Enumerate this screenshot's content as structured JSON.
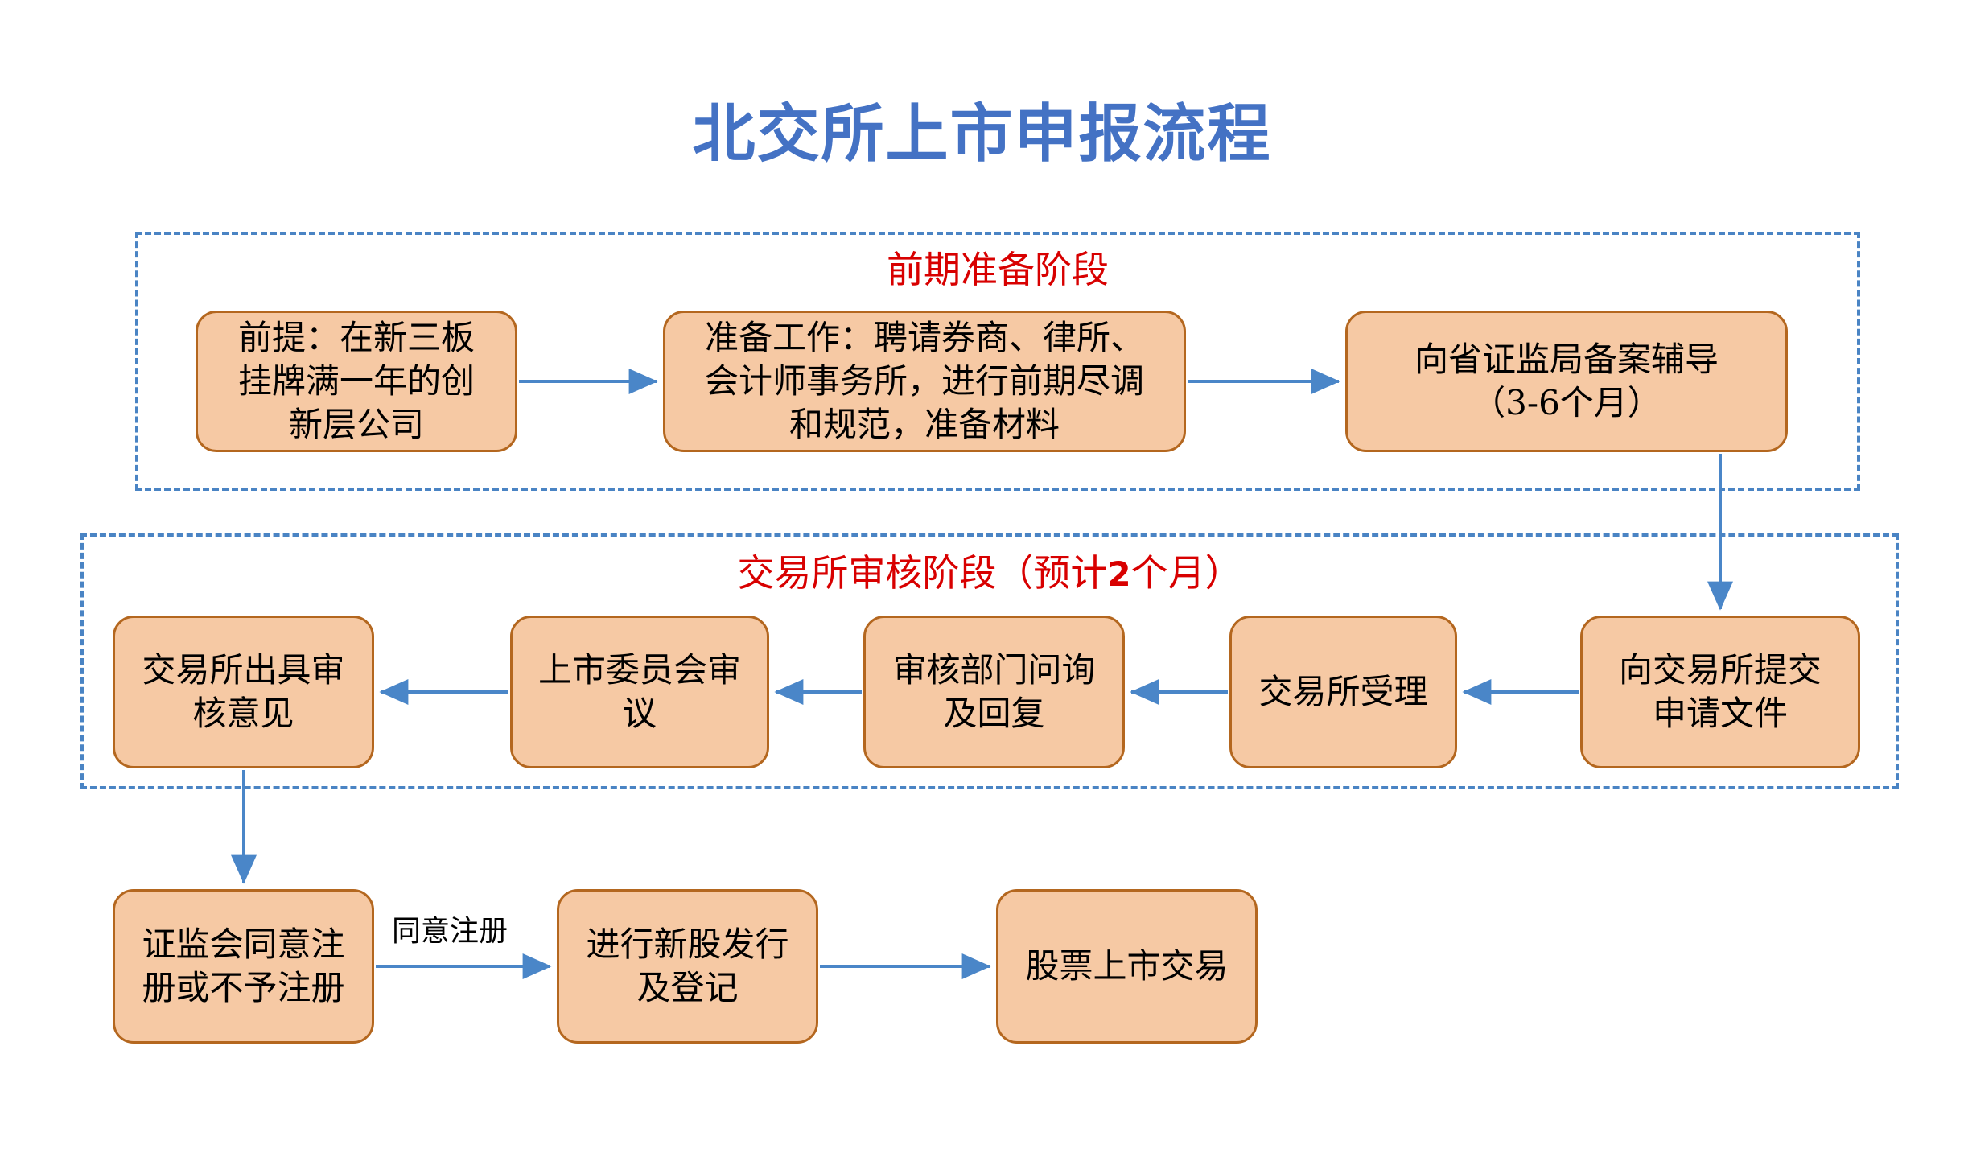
{
  "title": "北交所上市申报流程",
  "colors": {
    "title": "#4472C4",
    "stage_label": "#D80000",
    "stage_border": "#4A84C4",
    "node_fill": "#F6C9A4",
    "node_border": "#B4671F",
    "connector": "#4A86C8"
  },
  "stages": [
    {
      "id": "prep",
      "label": "前期准备阶段",
      "nodes": [
        {
          "id": "premise",
          "text": "前提：在新三板\n挂牌满一年的创\n新层公司"
        },
        {
          "id": "prepwork",
          "text": "准备工作：聘请券商、律所、\n会计师事务所，进行前期尽调\n和规范，准备材料"
        },
        {
          "id": "filing",
          "text": "向省证监局备案辅导\n（3-6个月）"
        }
      ]
    },
    {
      "id": "review",
      "label_prefix": "交易所审核阶段（预计",
      "label_num": "2",
      "label_suffix": "个月）",
      "label": "交易所审核阶段（预计2个月）",
      "nodes": [
        {
          "id": "opinion",
          "text": "交易所出具审\n核意见"
        },
        {
          "id": "committee",
          "text": "上市委员会审\n议"
        },
        {
          "id": "inquiry",
          "text": "审核部门问询\n及回复"
        },
        {
          "id": "accept",
          "text": "交易所受理"
        },
        {
          "id": "submit",
          "text": "向交易所提交\n申请文件"
        }
      ]
    }
  ],
  "final_nodes": [
    {
      "id": "csrc",
      "text": "证监会同意注\n册或不予注册"
    },
    {
      "id": "issue",
      "text": "进行新股发行\n及登记"
    },
    {
      "id": "listed",
      "text": "股票上市交易"
    }
  ],
  "edge_labels": [
    {
      "id": "agree",
      "text": "同意注册"
    }
  ],
  "flow": [
    {
      "from": "premise",
      "to": "prepwork",
      "direction": "right"
    },
    {
      "from": "prepwork",
      "to": "filing",
      "direction": "right"
    },
    {
      "from": "filing",
      "to": "submit",
      "direction": "down"
    },
    {
      "from": "submit",
      "to": "accept",
      "direction": "left"
    },
    {
      "from": "accept",
      "to": "inquiry",
      "direction": "left"
    },
    {
      "from": "inquiry",
      "to": "committee",
      "direction": "left"
    },
    {
      "from": "committee",
      "to": "opinion",
      "direction": "left"
    },
    {
      "from": "opinion",
      "to": "csrc",
      "direction": "down"
    },
    {
      "from": "csrc",
      "to": "issue",
      "direction": "right",
      "label": "同意注册"
    },
    {
      "from": "issue",
      "to": "listed",
      "direction": "right"
    }
  ]
}
